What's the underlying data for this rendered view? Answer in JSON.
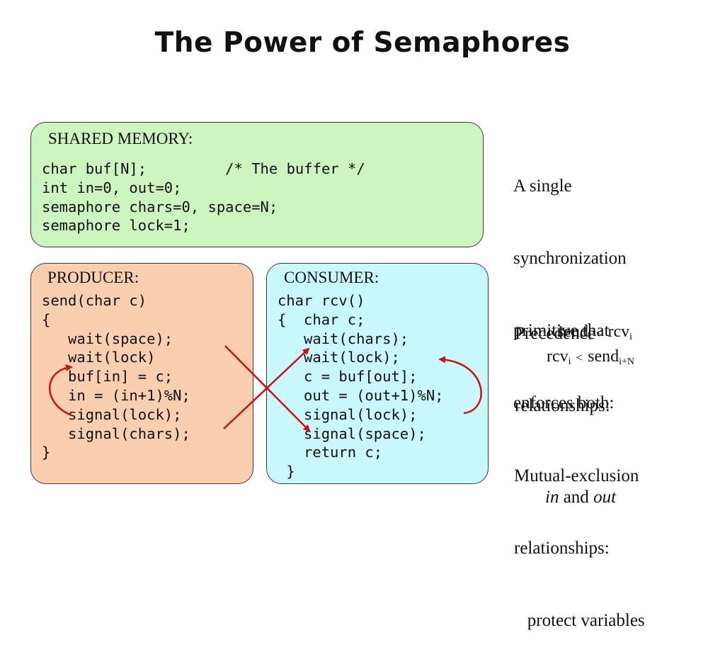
{
  "title": "The Power of Semaphores",
  "shared": {
    "label": "SHARED MEMORY:",
    "lines": [
      "char buf[N];         /* The buffer */",
      "int in=0, out=0;",
      "semaphore chars=0, space=N;",
      "semaphore lock=1;"
    ]
  },
  "producer": {
    "label": "PRODUCER:",
    "lines": [
      "send(char c)",
      "{",
      "   wait(space);",
      "   wait(lock)",
      "   buf[in] = c;",
      "   in = (in+1)%N;",
      "   signal(lock);",
      "   signal(chars);",
      "}"
    ]
  },
  "consumer": {
    "label": "CONSUMER:",
    "lines": [
      "char rcv()",
      "{  char c;",
      "   wait(chars);",
      "   wait(lock);",
      "   c = buf[out];",
      "   out = (out+1)%N;",
      "   signal(lock);",
      "   signal(space);",
      "   return c;",
      " }"
    ]
  },
  "side": {
    "single": [
      "A single",
      "synchronization",
      "primitive that",
      "enforces both:"
    ],
    "precedence": [
      "Precedence",
      "relationships:"
    ],
    "rel1": {
      "a": "send",
      "a_sub": "i",
      "op": "<",
      "b": "rcv",
      "b_sub": "i"
    },
    "rel2": {
      "a": "rcv",
      "a_sub": "i",
      "op": "<",
      "b": "send",
      "b_sub": "i+N"
    },
    "mutex": [
      "Mutual-exclusion",
      "relationships:",
      "   protect variables"
    ],
    "mutex_in": "in",
    "mutex_and": " and ",
    "mutex_out": "out"
  },
  "colors": {
    "shared_bg": "#ccf5c0",
    "producer_bg": "#f9cfb0",
    "consumer_bg": "#c8f8fc",
    "arrow": "#cc1111"
  }
}
